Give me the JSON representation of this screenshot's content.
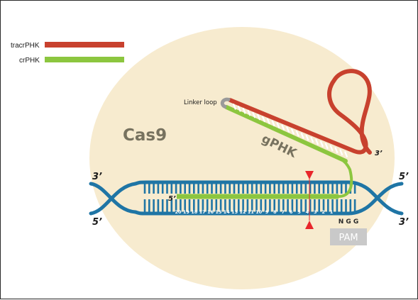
{
  "legend": {
    "items": [
      {
        "label": "tracrPHK",
        "color": "#c8412e"
      },
      {
        "label": "crPHK",
        "color": "#8cc63f"
      }
    ]
  },
  "labels": {
    "cas9": "Cas9",
    "gphk": "gPHK",
    "linker_loop": "Linker loop",
    "pam": "PAM",
    "ngg": "N G G",
    "tracr_3prime": "3’",
    "guide_5prime": "5’",
    "left_top_end": "3’",
    "left_bottom_end": "5’",
    "right_top_end": "5’",
    "right_bottom_end": "3’"
  },
  "positions": [
    "20",
    "19",
    "18",
    "17",
    "16",
    "15",
    "14",
    "13",
    "12",
    "11",
    "10",
    "9",
    "8",
    "7",
    "6",
    "5",
    "4",
    "3",
    "2",
    "1"
  ],
  "colors": {
    "cas9_fill": "#f7ebcf",
    "dna_blue": "#1f75a5",
    "tracr_red": "#c8412e",
    "crphk_green": "#8cc63f",
    "linker_gray": "#9a9a9a",
    "cut_marker": "#e8262b",
    "pam_box": "#c9c9c9",
    "cas9_text": "#77725f"
  }
}
